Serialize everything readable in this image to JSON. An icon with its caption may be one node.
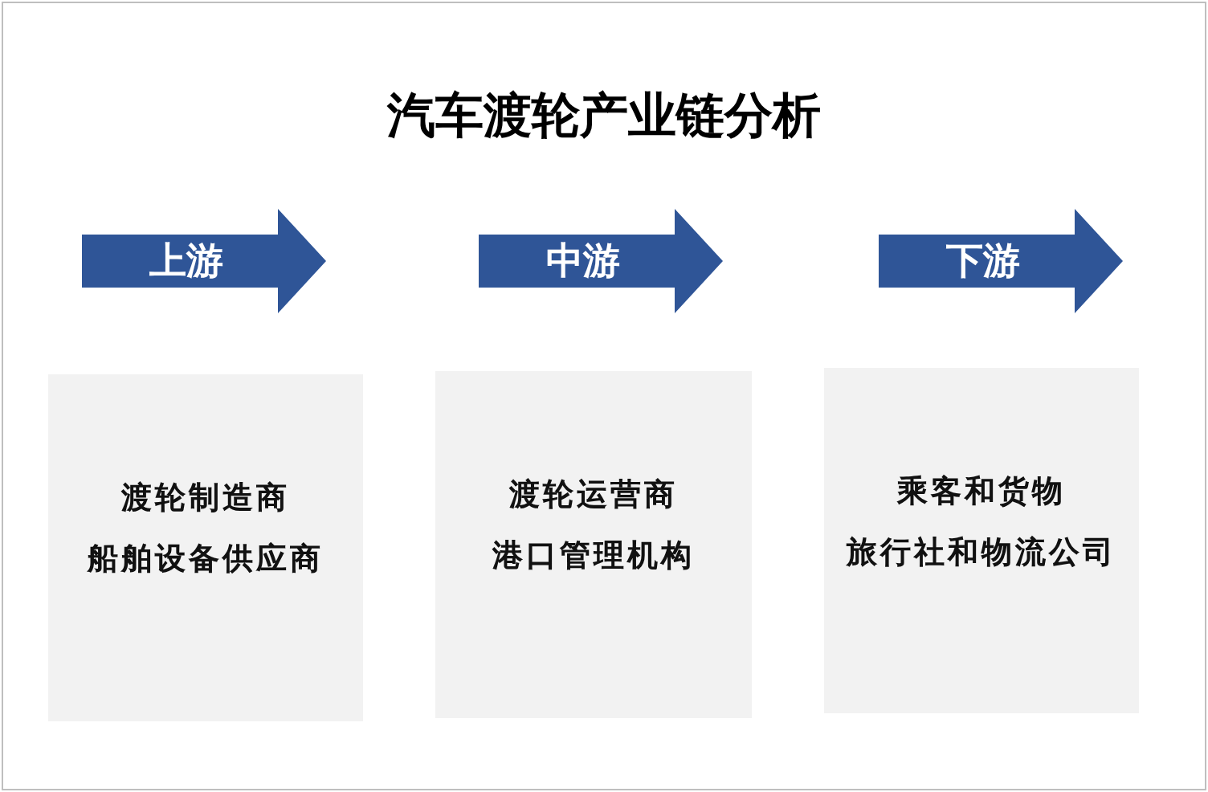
{
  "diagram": {
    "title": "汽车渡轮产业链分析",
    "nodes": [
      {
        "text": [
          "上游"
        ]
      },
      {
        "text": [
          "中游"
        ]
      },
      {
        "text": [
          "下游"
        ]
      },
      {
        "text": [
          "渡轮制造商",
          "船舶设备供应商"
        ]
      },
      {
        "text": [
          "渡轮运营商",
          "港口管理机构"
        ]
      },
      {
        "text": [
          "乘客和货物",
          "旅行社和物流公司"
        ]
      }
    ]
  }
}
